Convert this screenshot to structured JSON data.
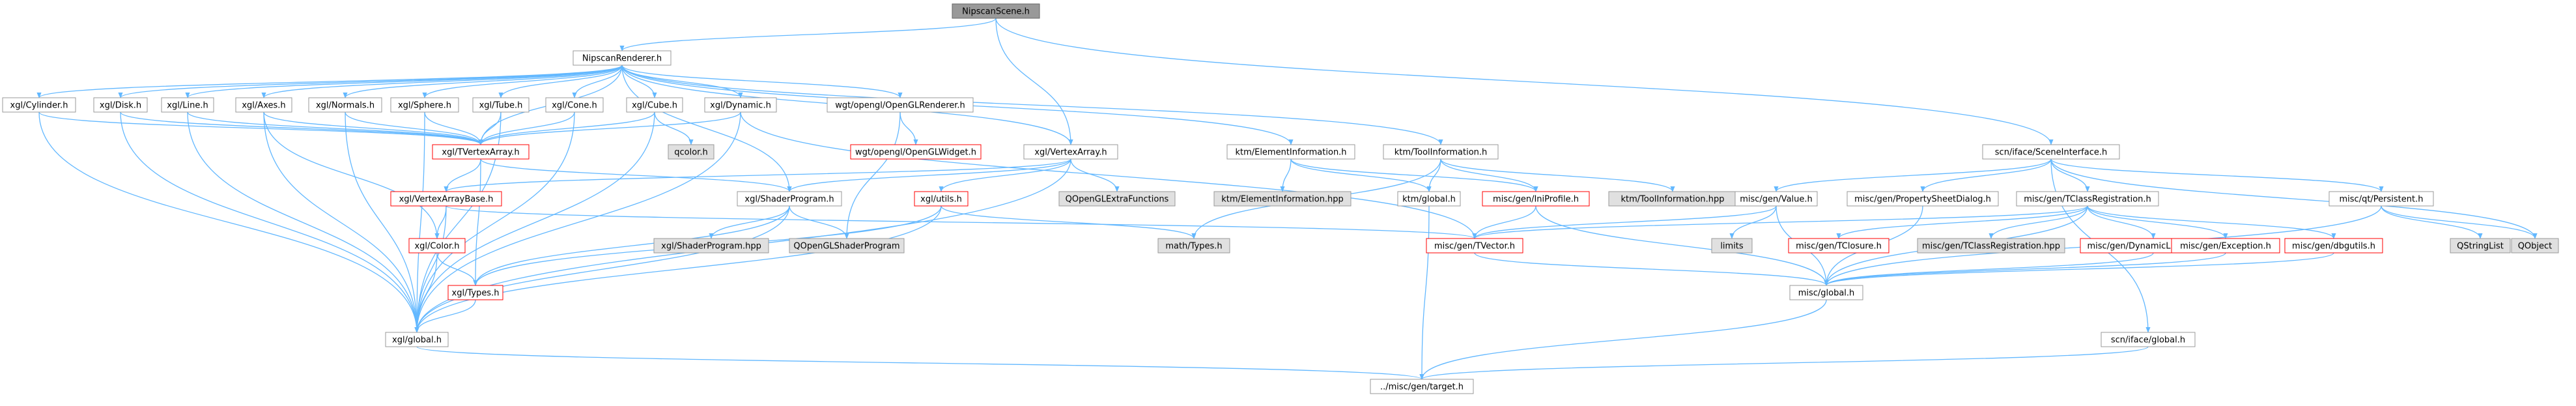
{
  "colors": {
    "edge": "#63b8ff",
    "arrow": "#63b8ff",
    "node_fill": "#ffffff",
    "node_border": "#999999",
    "root_fill": "#999999",
    "root_border": "#666666",
    "red_border": "#ff0000",
    "gray_fill": "#e0e0e0",
    "gray_border": "#999999",
    "text": "#000000"
  },
  "nodes": [
    {
      "id": "root",
      "label": "NipscanScene.h",
      "style": "root"
    },
    {
      "id": "nipscanrenderer",
      "label": "NipscanRenderer.h",
      "style": "normal"
    },
    {
      "id": "cylinder",
      "label": "xgl/Cylinder.h",
      "style": "normal"
    },
    {
      "id": "disk",
      "label": "xgl/Disk.h",
      "style": "normal"
    },
    {
      "id": "line",
      "label": "xgl/Line.h",
      "style": "normal"
    },
    {
      "id": "axes",
      "label": "xgl/Axes.h",
      "style": "normal"
    },
    {
      "id": "normals",
      "label": "xgl/Normals.h",
      "style": "normal"
    },
    {
      "id": "sphere",
      "label": "xgl/Sphere.h",
      "style": "normal"
    },
    {
      "id": "tube",
      "label": "xgl/Tube.h",
      "style": "normal"
    },
    {
      "id": "cone",
      "label": "xgl/Cone.h",
      "style": "normal"
    },
    {
      "id": "cube",
      "label": "xgl/Cube.h",
      "style": "normal"
    },
    {
      "id": "dynamic",
      "label": "xgl/Dynamic.h",
      "style": "normal"
    },
    {
      "id": "openglrenderer",
      "label": "wgt/opengl/OpenGLRenderer.h",
      "style": "normal"
    },
    {
      "id": "vertexarray",
      "label": "xgl/VertexArray.h",
      "style": "normal"
    },
    {
      "id": "elementinfo",
      "label": "ktm/ElementInformation.h",
      "style": "normal"
    },
    {
      "id": "toolinfo",
      "label": "ktm/ToolInformation.h",
      "style": "normal"
    },
    {
      "id": "sceneiface",
      "label": "scn/iface/SceneInterface.h",
      "style": "normal"
    },
    {
      "id": "qcolor",
      "label": "qcolor.h",
      "style": "gray"
    },
    {
      "id": "tvertexarray",
      "label": "xgl/TVertexArray.h",
      "style": "red"
    },
    {
      "id": "openglwidget",
      "label": "wgt/opengl/OpenGLWidget.h",
      "style": "red"
    },
    {
      "id": "qopenglextra",
      "label": "QOpenGLExtraFunctions",
      "style": "gray"
    },
    {
      "id": "elementinfohpp",
      "label": "ktm/ElementInformation.hpp",
      "style": "gray"
    },
    {
      "id": "ktmglobal",
      "label": "ktm/global.h",
      "style": "normal"
    },
    {
      "id": "inprofile",
      "label": "misc/gen/IniProfile.h",
      "style": "red"
    },
    {
      "id": "toolinfohpp",
      "label": "ktm/ToolInformation.hpp",
      "style": "gray"
    },
    {
      "id": "vertexarraybase",
      "label": "xgl/VertexArrayBase.h",
      "style": "red"
    },
    {
      "id": "shaderprogram",
      "label": "xgl/ShaderProgram.h",
      "style": "normal"
    },
    {
      "id": "utils",
      "label": "xgl/utils.h",
      "style": "red"
    },
    {
      "id": "genvalue",
      "label": "misc/gen/Value.h",
      "style": "normal"
    },
    {
      "id": "propsheet",
      "label": "misc/gen/PropertySheetDialog.h",
      "style": "normal"
    },
    {
      "id": "tclassreg",
      "label": "misc/gen/TClassRegistration.h",
      "style": "normal"
    },
    {
      "id": "persistent",
      "label": "misc/qt/Persistent.h",
      "style": "normal"
    },
    {
      "id": "color",
      "label": "xgl/Color.h",
      "style": "red"
    },
    {
      "id": "shaderprogramhpp",
      "label": "xgl/ShaderProgram.hpp",
      "style": "gray"
    },
    {
      "id": "qopenglshader",
      "label": "QOpenGLShaderProgram",
      "style": "gray"
    },
    {
      "id": "mathtypes",
      "label": "math/Types.h",
      "style": "gray"
    },
    {
      "id": "tvector",
      "label": "misc/gen/TVector.h",
      "style": "red"
    },
    {
      "id": "limits",
      "label": "limits",
      "style": "gray"
    },
    {
      "id": "tclosure",
      "label": "misc/gen/TClosure.h",
      "style": "red"
    },
    {
      "id": "tclassreghpp",
      "label": "misc/gen/TClassRegistration.hpp",
      "style": "gray"
    },
    {
      "id": "dynlibinfo",
      "label": "misc/gen/DynamicLibraryInfo.h",
      "style": "red"
    },
    {
      "id": "exception",
      "label": "misc/gen/Exception.h",
      "style": "red"
    },
    {
      "id": "dbgutils",
      "label": "misc/gen/dbgutils.h",
      "style": "red"
    },
    {
      "id": "qstringlist",
      "label": "QStringList",
      "style": "gray"
    },
    {
      "id": "qobject",
      "label": "QObject",
      "style": "gray"
    },
    {
      "id": "types",
      "label": "xgl/Types.h",
      "style": "red"
    },
    {
      "id": "miscglobal",
      "label": "misc/global.h",
      "style": "normal"
    },
    {
      "id": "xglglobal",
      "label": "xgl/global.h",
      "style": "normal"
    },
    {
      "id": "sciglobal",
      "label": "scn/iface/global.h",
      "style": "normal"
    },
    {
      "id": "target",
      "label": "../misc/gen/target.h",
      "style": "normal"
    }
  ],
  "edges": [
    [
      "root",
      "nipscanrenderer"
    ],
    [
      "root",
      "sceneiface"
    ],
    [
      "root",
      "vertexarray"
    ],
    [
      "nipscanrenderer",
      "cylinder"
    ],
    [
      "nipscanrenderer",
      "disk"
    ],
    [
      "nipscanrenderer",
      "line"
    ],
    [
      "nipscanrenderer",
      "axes"
    ],
    [
      "nipscanrenderer",
      "normals"
    ],
    [
      "nipscanrenderer",
      "sphere"
    ],
    [
      "nipscanrenderer",
      "tube"
    ],
    [
      "nipscanrenderer",
      "cone"
    ],
    [
      "nipscanrenderer",
      "cube"
    ],
    [
      "nipscanrenderer",
      "dynamic"
    ],
    [
      "nipscanrenderer",
      "openglrenderer"
    ],
    [
      "nipscanrenderer",
      "vertexarray"
    ],
    [
      "nipscanrenderer",
      "elementinfo"
    ],
    [
      "nipscanrenderer",
      "toolinfo"
    ],
    [
      "nipscanrenderer",
      "shaderprogram"
    ],
    [
      "nipscanrenderer",
      "tvertexarray"
    ],
    [
      "cylinder",
      "tvertexarray"
    ],
    [
      "cylinder",
      "xglglobal"
    ],
    [
      "disk",
      "tvertexarray"
    ],
    [
      "disk",
      "xglglobal"
    ],
    [
      "line",
      "tvertexarray"
    ],
    [
      "line",
      "xglglobal"
    ],
    [
      "axes",
      "tvertexarray"
    ],
    [
      "axes",
      "color"
    ],
    [
      "axes",
      "xglglobal"
    ],
    [
      "normals",
      "tvertexarray"
    ],
    [
      "normals",
      "xglglobal"
    ],
    [
      "sphere",
      "tvertexarray"
    ],
    [
      "sphere",
      "xglglobal"
    ],
    [
      "tube",
      "tvertexarray"
    ],
    [
      "tube",
      "xglglobal"
    ],
    [
      "cone",
      "tvertexarray"
    ],
    [
      "cone",
      "xglglobal"
    ],
    [
      "cube",
      "tvertexarray"
    ],
    [
      "cube",
      "qcolor"
    ],
    [
      "cube",
      "xglglobal"
    ],
    [
      "dynamic",
      "tvertexarray"
    ],
    [
      "dynamic",
      "xglglobal"
    ],
    [
      "dynamic",
      "tvector"
    ],
    [
      "openglrenderer",
      "openglwidget"
    ],
    [
      "openglrenderer",
      "qopenglshader"
    ],
    [
      "tvertexarray",
      "vertexarraybase"
    ],
    [
      "tvertexarray",
      "shaderprogram"
    ],
    [
      "tvertexarray",
      "types"
    ],
    [
      "vertexarray",
      "vertexarraybase"
    ],
    [
      "vertexarray",
      "shaderprogram"
    ],
    [
      "vertexarray",
      "utils"
    ],
    [
      "vertexarray",
      "qopenglextra"
    ],
    [
      "vertexarray",
      "xglglobal"
    ],
    [
      "vertexarraybase",
      "color"
    ],
    [
      "vertexarraybase",
      "xglglobal"
    ],
    [
      "vertexarraybase",
      "tvector"
    ],
    [
      "shaderprogram",
      "shaderprogramhpp"
    ],
    [
      "shaderprogram",
      "qopenglshader"
    ],
    [
      "shaderprogram",
      "types"
    ],
    [
      "shaderprogram",
      "xglglobal"
    ],
    [
      "utils",
      "mathtypes"
    ],
    [
      "utils",
      "types"
    ],
    [
      "utils",
      "xglglobal"
    ],
    [
      "color",
      "types"
    ],
    [
      "color",
      "xglglobal"
    ],
    [
      "types",
      "xglglobal"
    ],
    [
      "xglglobal",
      "target"
    ],
    [
      "elementinfo",
      "elementinfohpp"
    ],
    [
      "elementinfo",
      "ktmglobal"
    ],
    [
      "elementinfo",
      "inprofile"
    ],
    [
      "toolinfo",
      "ktmglobal"
    ],
    [
      "toolinfo",
      "inprofile"
    ],
    [
      "toolinfo",
      "toolinfohpp"
    ],
    [
      "toolinfo",
      "mathtypes"
    ],
    [
      "ktmglobal",
      "target"
    ],
    [
      "inprofile",
      "tvector"
    ],
    [
      "inprofile",
      "miscglobal"
    ],
    [
      "sceneiface",
      "genvalue"
    ],
    [
      "sceneiface",
      "propsheet"
    ],
    [
      "sceneiface",
      "tclassreg"
    ],
    [
      "sceneiface",
      "persistent"
    ],
    [
      "sceneiface",
      "qobject"
    ],
    [
      "sceneiface",
      "sciglobal"
    ],
    [
      "genvalue",
      "tvector"
    ],
    [
      "genvalue",
      "limits"
    ],
    [
      "genvalue",
      "miscglobal"
    ],
    [
      "propsheet",
      "miscglobal"
    ],
    [
      "tclassreg",
      "tvector"
    ],
    [
      "tclassreg",
      "tclosure"
    ],
    [
      "tclassreg",
      "tclassreghpp"
    ],
    [
      "tclassreg",
      "dynlibinfo"
    ],
    [
      "tclassreg",
      "exception"
    ],
    [
      "tclassreg",
      "dbgutils"
    ],
    [
      "tclassreg",
      "miscglobal"
    ],
    [
      "persistent",
      "qstringlist"
    ],
    [
      "persistent",
      "qobject"
    ],
    [
      "persistent",
      "miscglobal"
    ],
    [
      "dynlibinfo",
      "miscglobal"
    ],
    [
      "exception",
      "miscglobal"
    ],
    [
      "dbgutils",
      "miscglobal"
    ],
    [
      "tvector",
      "miscglobal"
    ],
    [
      "miscglobal",
      "target"
    ],
    [
      "sciglobal",
      "target"
    ]
  ]
}
